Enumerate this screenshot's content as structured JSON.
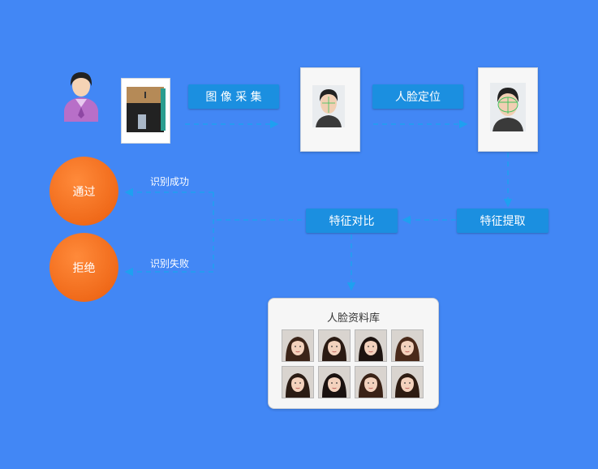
{
  "steps": {
    "capture": "图 像 采 集",
    "locate": "人脸定位",
    "extract": "特征提取",
    "compare": "特征对比"
  },
  "results": {
    "pass": "通过",
    "reject": "拒绝",
    "success_label": "识别成功",
    "fail_label": "识别失败"
  },
  "database": {
    "title": "人脸资料库",
    "photo_count": 8
  },
  "colors": {
    "background": "#4287f5",
    "step_box": "#1b8fe0",
    "result_circle": "#f06a1a",
    "connector": "#1ea0f0"
  }
}
